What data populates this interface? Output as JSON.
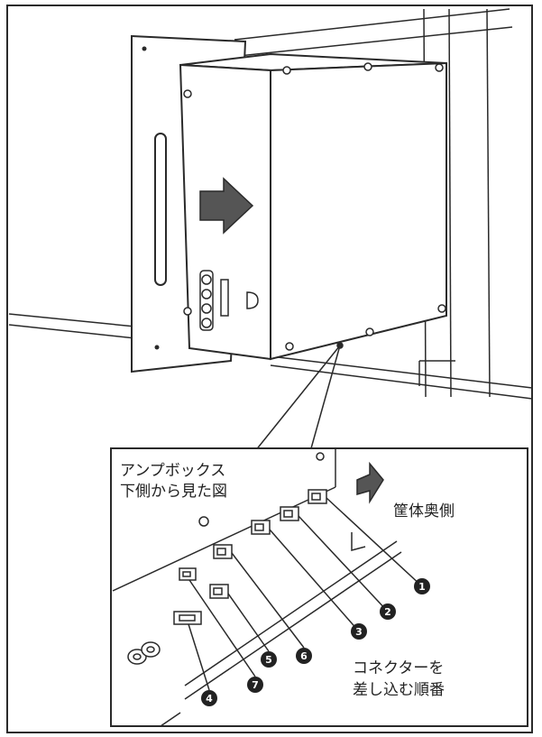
{
  "labels": {
    "view_caption_line1": "アンプボックス",
    "view_caption_line2": "下側から見た図",
    "cabinet_rear": "筐体奥側",
    "order_caption_line1": "コネクターを",
    "order_caption_line2": "差し込む順番"
  },
  "connector_numbers": [
    "1",
    "2",
    "3",
    "4",
    "5",
    "6",
    "7"
  ],
  "icons": [
    "insert-direction-arrow-icon",
    "cabinet-rear-arrow-icon"
  ],
  "colors": {
    "line": "#2a2a2a",
    "shade": "#555555",
    "paper": "#ffffff"
  }
}
